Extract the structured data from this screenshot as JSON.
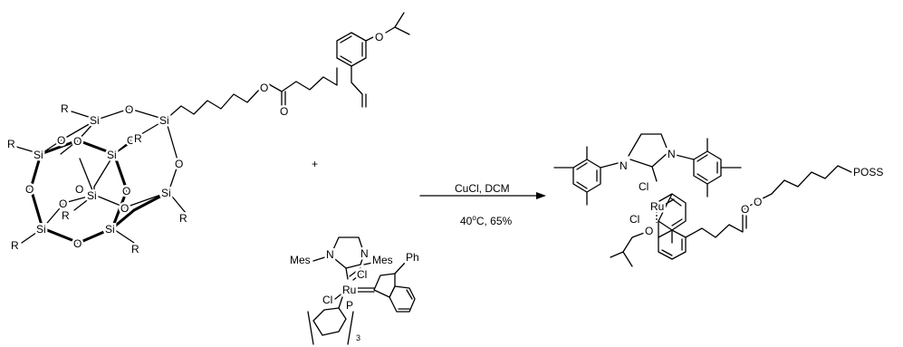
{
  "reactant1": {
    "atoms": {
      "si": "Si",
      "o": "O",
      "r": "R"
    }
  },
  "plus": "+",
  "catalyst": {
    "mes": "Mes",
    "n": "N",
    "cl": "Cl",
    "ru": "Ru",
    "p": "P",
    "ph": "Ph",
    "subscript": "3"
  },
  "conditions": {
    "above": "CuCl, DCM",
    "below_pre": "40",
    "below_sup": "o",
    "below_post": "C, 65%"
  },
  "product": {
    "n": "N",
    "ru": "Ru",
    "cl": "Cl",
    "o": "O",
    "poss": "POSS"
  }
}
